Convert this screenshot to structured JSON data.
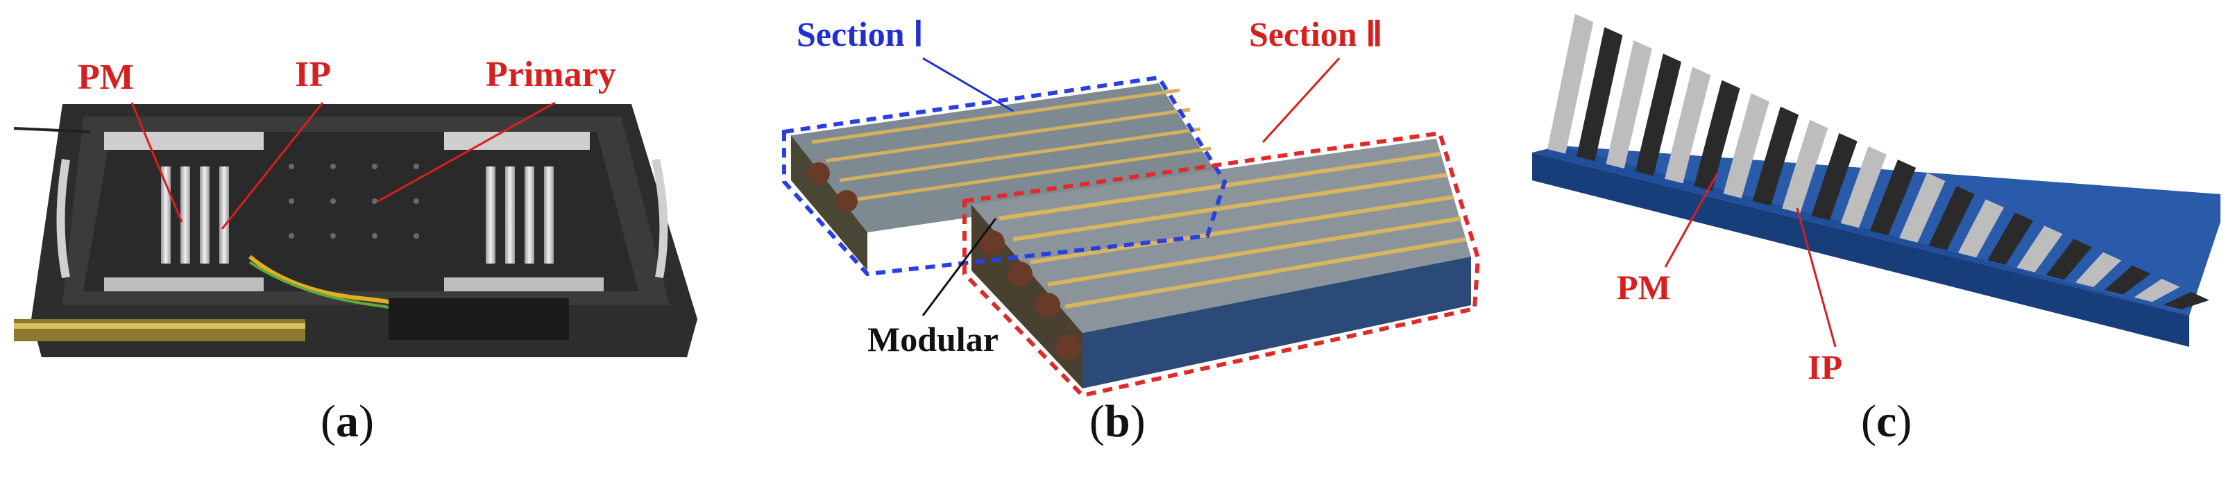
{
  "colors": {
    "label_red": "#d81f1f",
    "label_blue": "#1f2fd0",
    "label_black": "#111111",
    "section1_outline": "#2a3fe0",
    "section2_outline": "#e02a2a"
  },
  "panels": [
    {
      "id": "a",
      "caption": "a",
      "labels": {
        "pm": "PM",
        "ip": "IP",
        "primary": "Primary"
      }
    },
    {
      "id": "b",
      "caption": "b",
      "labels": {
        "section1": "Section Ⅰ",
        "section2": "Section Ⅱ",
        "modular": "Modular"
      }
    },
    {
      "id": "c",
      "caption": "c",
      "labels": {
        "pm": "PM",
        "ip": "IP"
      }
    }
  ]
}
